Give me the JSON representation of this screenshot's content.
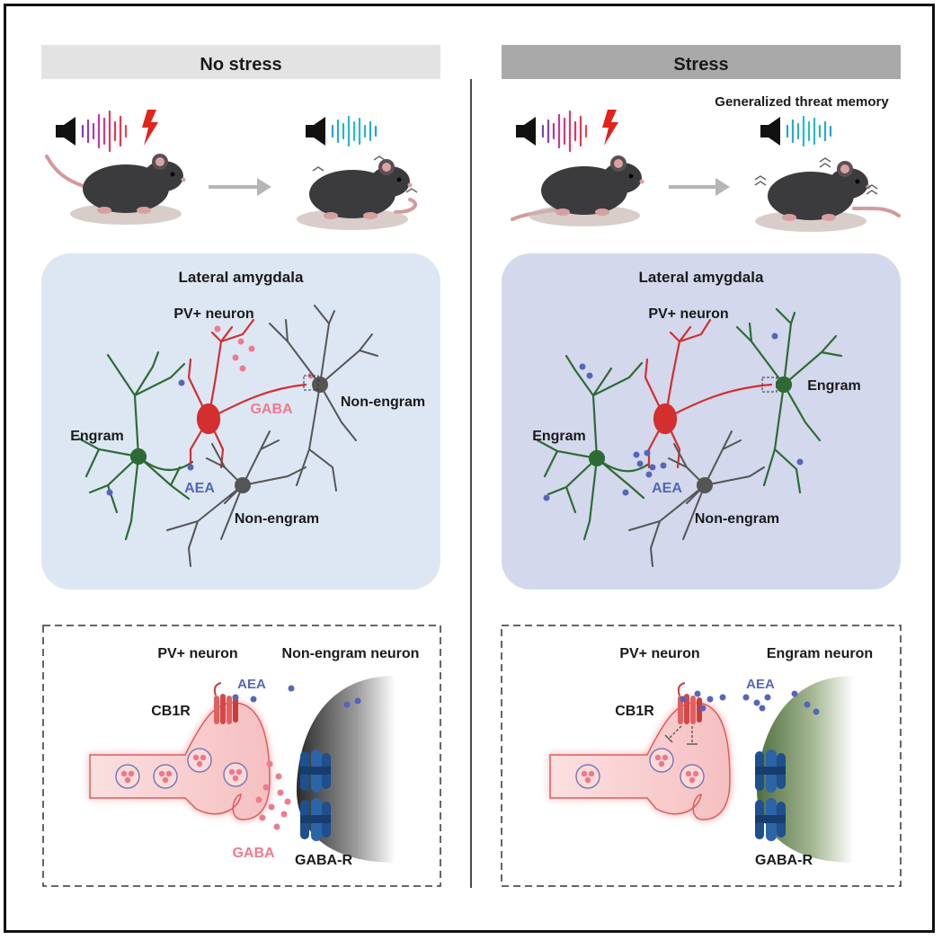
{
  "panels": {
    "left": {
      "header": "No stress",
      "region_title": "Lateral amygdala",
      "pv_label": "PV+ neuron",
      "engram_label": "Engram",
      "nonengram_top": "Non-engram",
      "nonengram_bottom": "Non-engram",
      "gaba_label": "GABA",
      "aea_label": "AEA",
      "detail_pv": "PV+ neuron",
      "detail_target": "Non-engram neuron",
      "detail_aea": "AEA",
      "detail_cb1r": "CB1R",
      "detail_gaba": "GABA",
      "detail_gabar": "GABA-R"
    },
    "right": {
      "header": "Stress",
      "subtitle": "Generalized threat memory",
      "region_title": "Lateral amygdala",
      "pv_label": "PV+ neuron",
      "engram_left": "Engram",
      "engram_right": "Engram",
      "nonengram_label": "Non-engram",
      "aea_label": "AEA",
      "detail_pv": "PV+ neuron",
      "detail_target": "Engram neuron",
      "detail_aea": "AEA",
      "detail_cb1r": "CB1R",
      "detail_gabar": "GABA-R"
    }
  },
  "colors": {
    "header_left": "#e3e3e3",
    "header_right": "#a9a9a9",
    "box_left": "#dde7f4",
    "box_right": "#d3d8ec",
    "engram_green": "#2e6b34",
    "pv_red": "#d32f2f",
    "nonengram_gray": "#555555",
    "gaba_pink": "#f07a8c",
    "aea_blue": "#5566b8",
    "receptor_blue": "#1f4f8c",
    "terminal_pink": "#f7c8c8"
  }
}
